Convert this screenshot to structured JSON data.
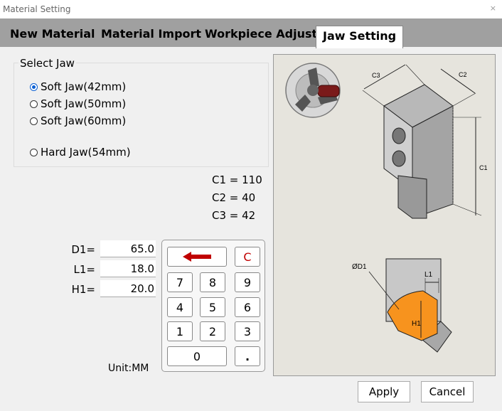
{
  "window": {
    "title": "Material Setting",
    "close_glyph": "×"
  },
  "tabs": [
    {
      "label": "New Material",
      "active": false
    },
    {
      "label": "Material Import",
      "active": false
    },
    {
      "label": "Workpiece Adjust",
      "active": false
    },
    {
      "label": "Jaw Setting",
      "active": true
    }
  ],
  "select_jaw": {
    "title": "Select Jaw",
    "options": [
      {
        "label": "Soft Jaw(42mm)",
        "selected": true
      },
      {
        "label": "Soft Jaw(50mm)",
        "selected": false
      },
      {
        "label": "Soft Jaw(60mm)",
        "selected": false
      },
      {
        "label": "Hard Jaw(54mm)",
        "selected": false
      }
    ]
  },
  "dimensions": [
    "C1 = 110",
    "C2 = 40",
    "C3 = 42"
  ],
  "params": [
    {
      "label": "D1=",
      "value": "65.0"
    },
    {
      "label": "L1=",
      "value": "18.0"
    },
    {
      "label": "H1=",
      "value": "20.0"
    }
  ],
  "keypad": {
    "backspace_icon": "left-arrow-icon",
    "clear": "C",
    "keys": [
      "7",
      "8",
      "9",
      "4",
      "5",
      "6",
      "1",
      "2",
      "3"
    ],
    "zero": "0",
    "dot": "."
  },
  "unit": "Unit:MM",
  "diagram_labels": {
    "c3": "C3",
    "c2": "C2",
    "c1": "C1",
    "d1": "ØD1",
    "l1": "L1",
    "h1": "H1"
  },
  "buttons": {
    "apply": "Apply",
    "cancel": "Cancel"
  },
  "colors": {
    "accent": "#0a5fd3",
    "jaw_orange": "#f7931e",
    "backspace_arrow": "#c00000",
    "clear_text": "#c00000"
  }
}
